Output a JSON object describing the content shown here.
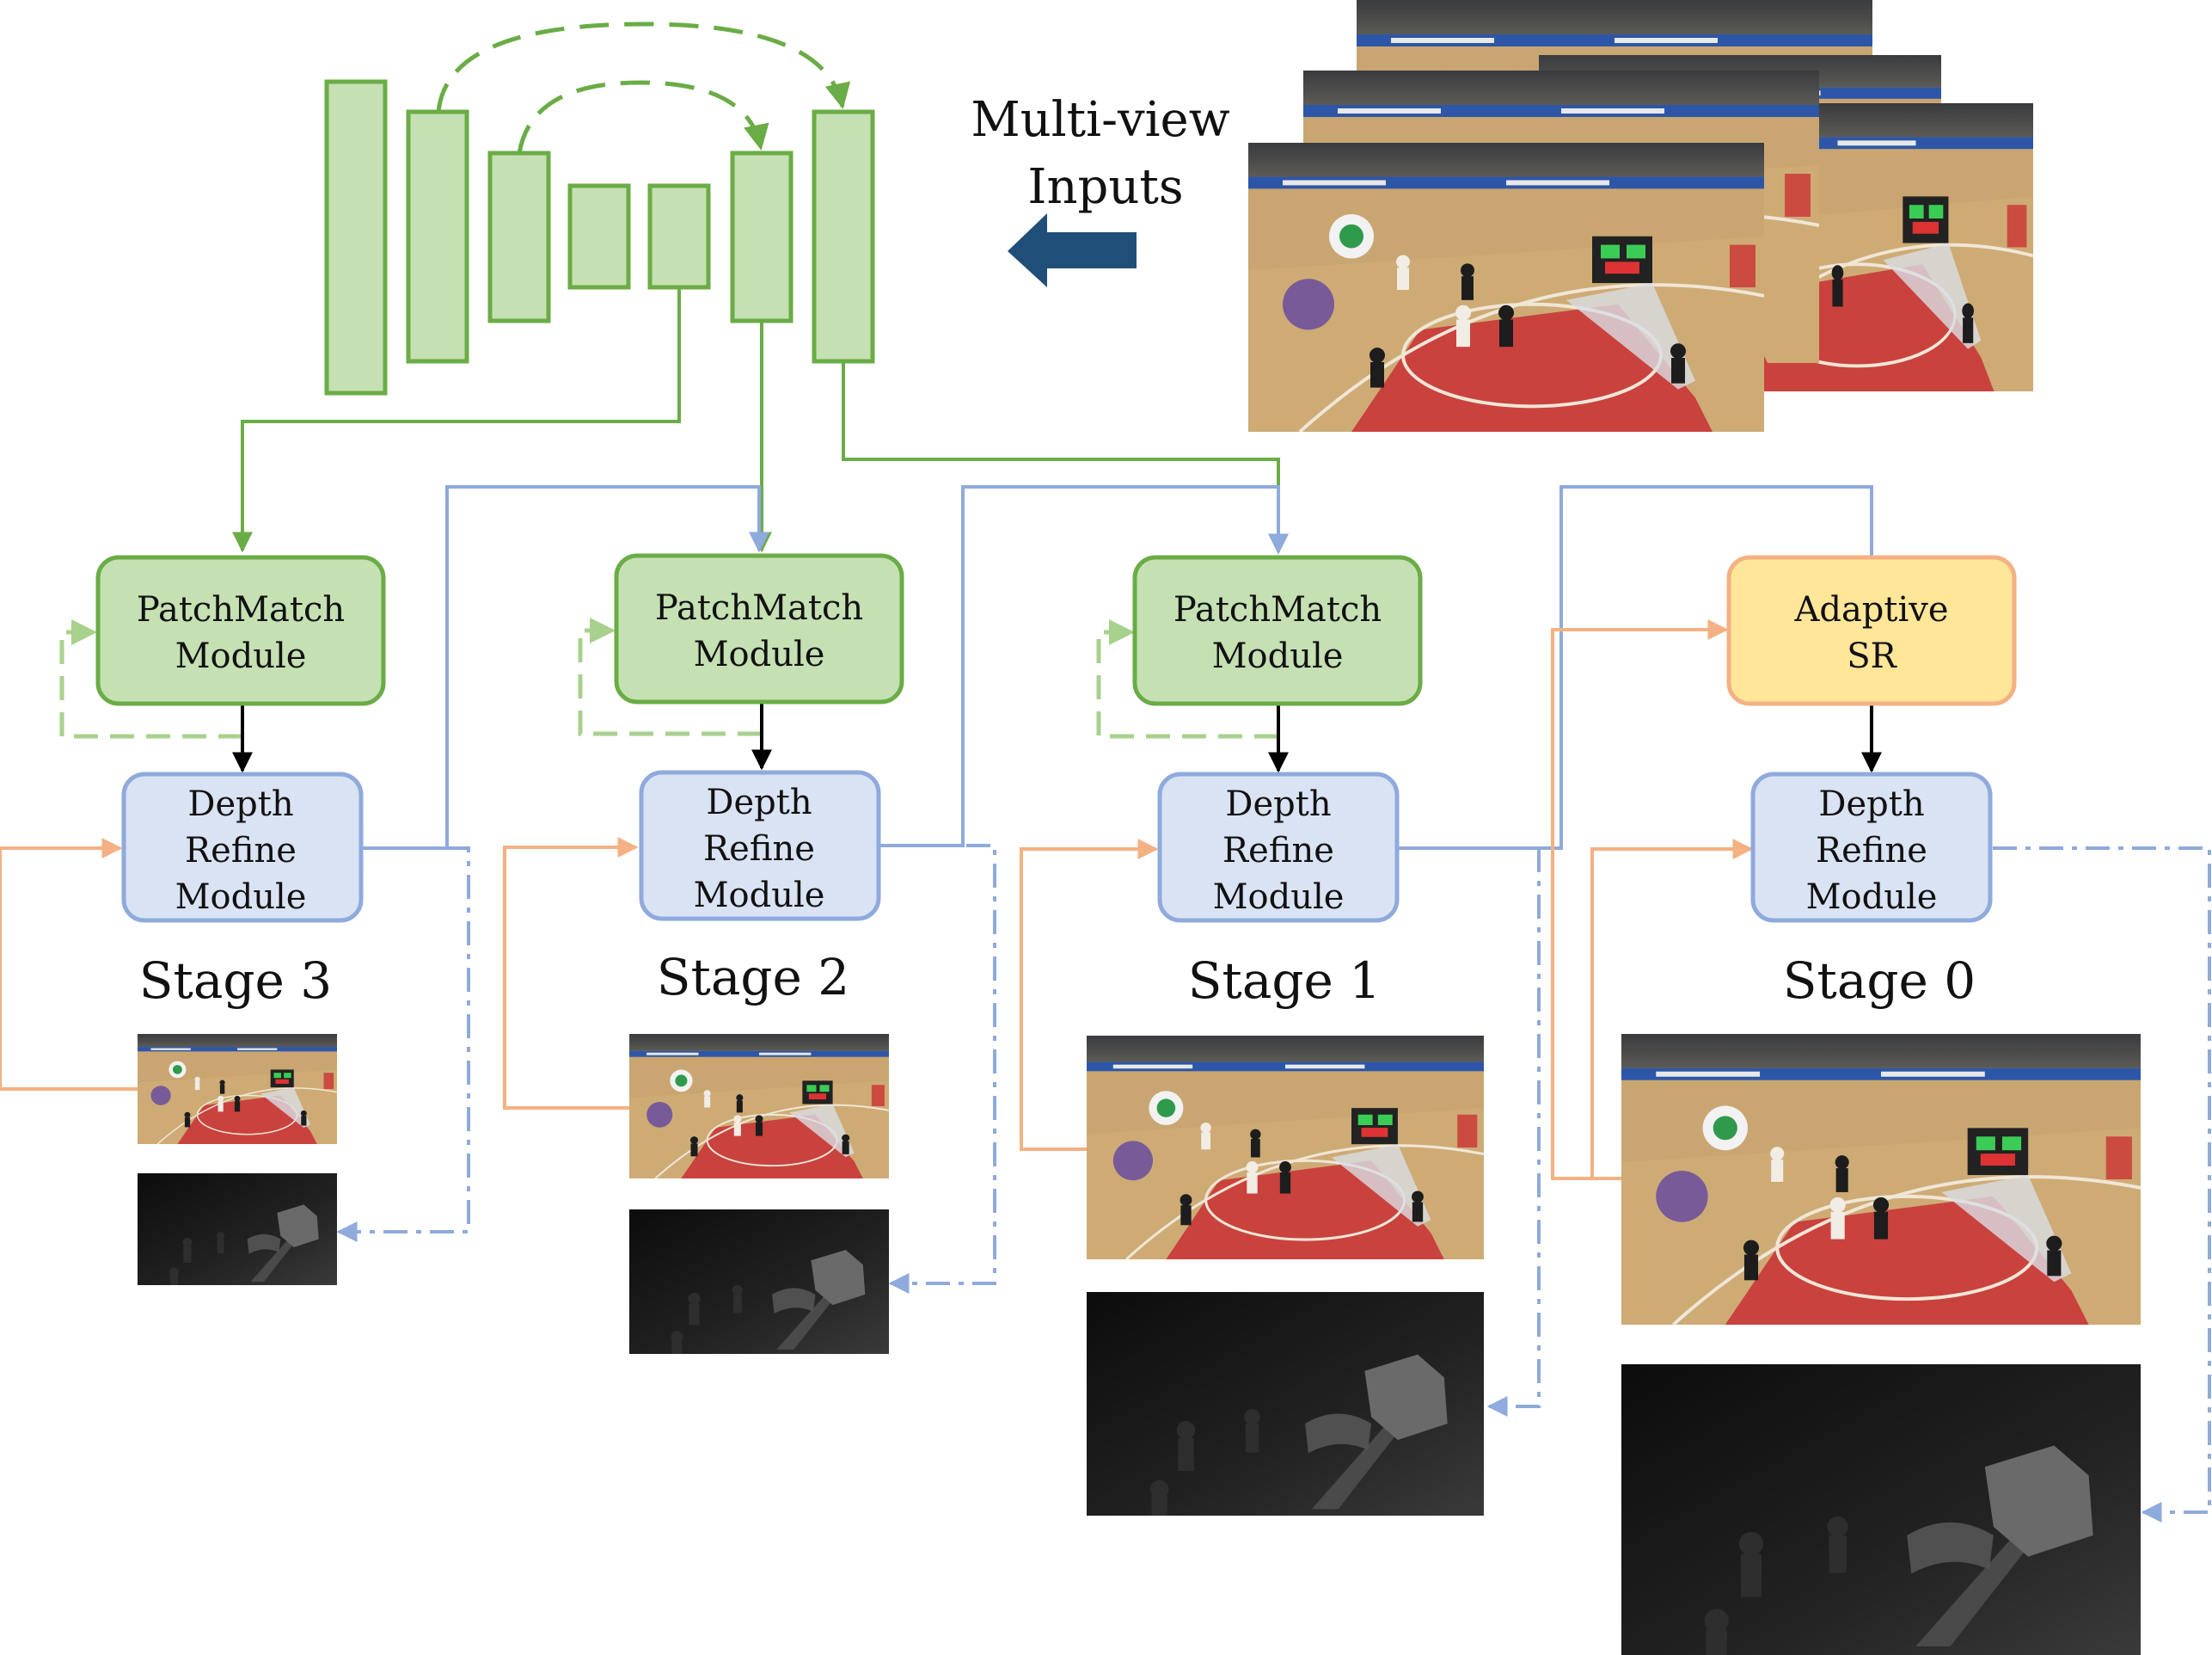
{
  "inputs": {
    "title_line1": "Multi-view",
    "title_line2": "Inputs"
  },
  "modules": {
    "patchmatch_line1": "PatchMatch",
    "patchmatch_line2": "Module",
    "refine_line1": "Depth",
    "refine_line2": "Refine",
    "refine_line3": "Module",
    "sr_line1": "Adaptive",
    "sr_line2": "SR"
  },
  "stages": [
    {
      "label": "Stage 3"
    },
    {
      "label": "Stage 2"
    },
    {
      "label": "Stage 1"
    },
    {
      "label": "Stage 0"
    }
  ],
  "colors": {
    "encoder_fill": "#c5e0b3",
    "encoder_stroke": "#6aac46",
    "patchmatch_fill": "#c5e0b3",
    "patchmatch_stroke": "#6aac46",
    "refine_fill": "#dae3f3",
    "refine_stroke": "#8faadc",
    "sr_fill": "#ffe699",
    "sr_stroke": "#f4b183",
    "feature_arrow": "#6aac46",
    "iteration_arrow": "#a9d18e",
    "depth_arrow": "#8faadc",
    "image_arrow": "#f4b183",
    "input_arrow": "#1f4e79"
  }
}
